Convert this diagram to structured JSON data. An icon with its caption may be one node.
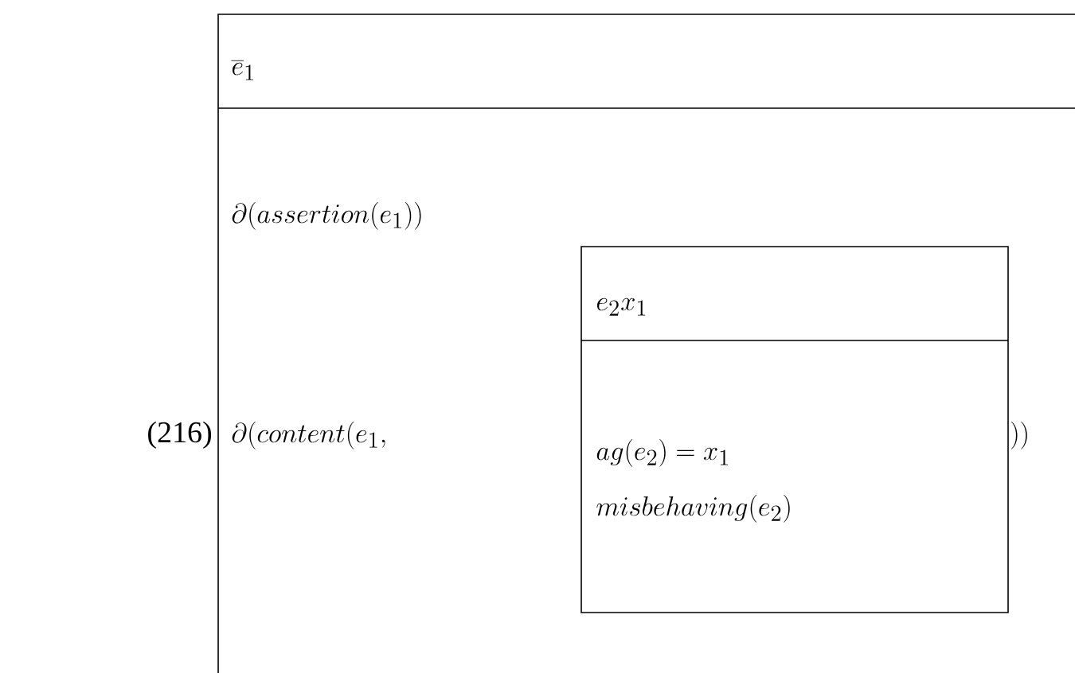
{
  "diagram": {
    "nodes": [
      {
        "text": [
          "\\overline{e}_1",
          "\\partial(assertion(e_1))",
          "\\partial(content(e_1,",
          "))"
        ]
      },
      {
        "text": [
          "e_2x_1",
          "ag(e_2) = x_1",
          "misbehaving(e_2)"
        ],
        "in": 0
      }
    ],
    "labels": [
      "(216)"
    ]
  }
}
